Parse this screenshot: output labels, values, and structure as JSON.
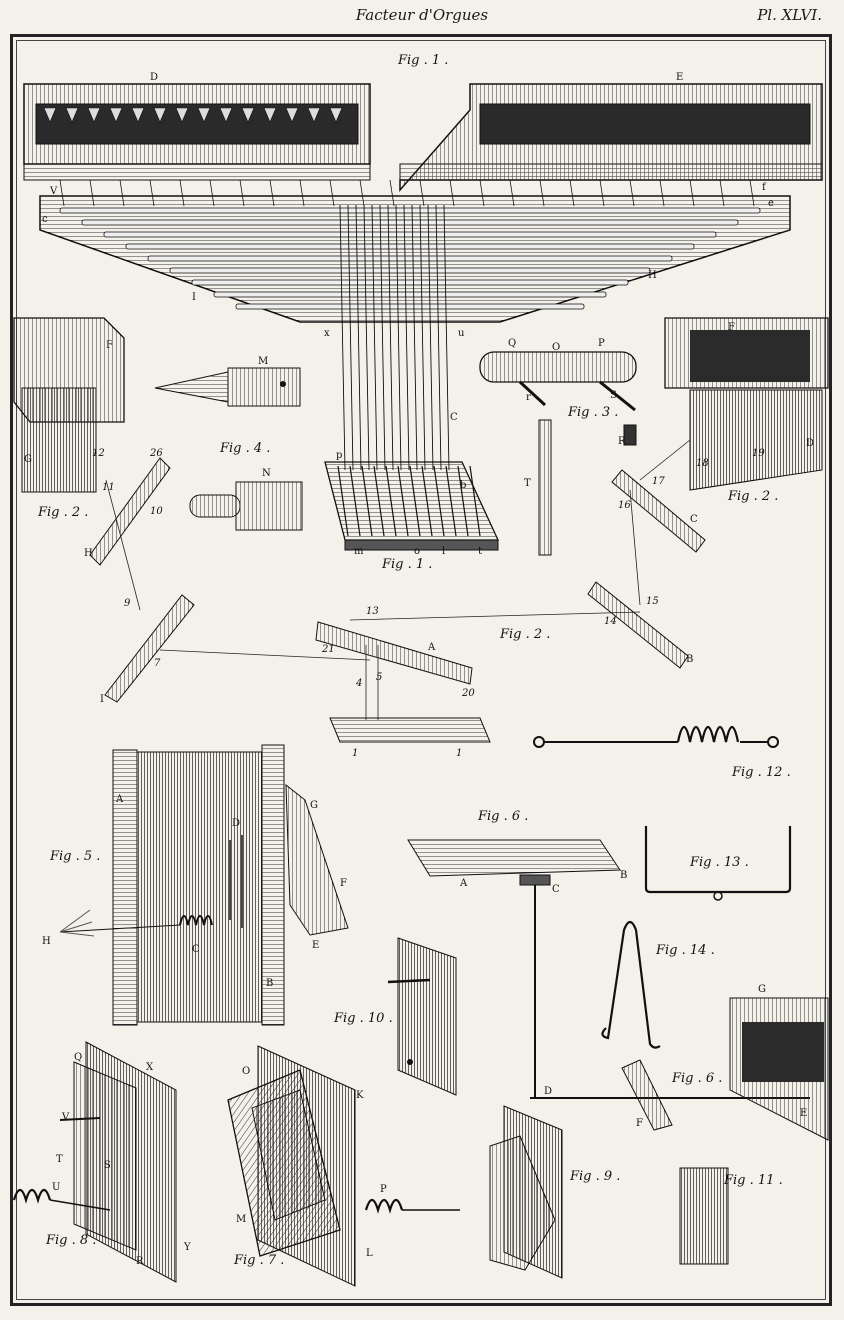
{
  "header": {
    "title": "Facteur d'Orgues",
    "plate": "Pl. XLVI."
  },
  "figure_labels": {
    "fig1_top": "Fig . 1 .",
    "fig1_keys": "Fig . 1 .",
    "fig2_left": "Fig . 2 .",
    "fig2_right": "Fig . 2 .",
    "fig2_center": "Fig . 2 .",
    "fig3": "Fig . 3 .",
    "fig4": "Fig . 4 .",
    "fig5": "Fig . 5 .",
    "fig6_top": "Fig . 6 .",
    "fig6_bottom": "Fig . 6 .",
    "fig7": "Fig . 7 .",
    "fig8": "Fig . 8 .",
    "fig9": "Fig . 9 .",
    "fig10": "Fig . 10 .",
    "fig11": "Fig . 11 .",
    "fig12": "Fig . 12 .",
    "fig13": "Fig . 13 .",
    "fig14": "Fig . 14 ."
  },
  "letters": {
    "D": "D",
    "E": "E",
    "V": "V",
    "f": "f",
    "c": "c",
    "e": "e",
    "I": "I",
    "H": "H",
    "x": "x",
    "u": "u",
    "C": "C",
    "p": "p",
    "b": "b",
    "m": "m",
    "o": "o",
    "l": "l",
    "t": "t",
    "M": "M",
    "N": "N",
    "Q": "Q",
    "O": "O",
    "P": "P",
    "r": "r",
    "S": "S",
    "R": "R",
    "T": "T",
    "F": "F",
    "G": "G",
    "A": "A",
    "B": "B",
    "K": "K",
    "L": "L",
    "X": "X",
    "Y": "Y",
    "U": "U"
  },
  "numbers": {
    "n9": "9",
    "n7": "7",
    "n10": "10",
    "n11": "11",
    "n12": "12",
    "n26": "26",
    "n13": "13",
    "n14": "14",
    "n15": "15",
    "n16": "16",
    "n17": "17",
    "n18": "18",
    "n19": "19",
    "n20": "20",
    "n21": "21",
    "n4": "4",
    "n5": "5",
    "n1": "1"
  }
}
